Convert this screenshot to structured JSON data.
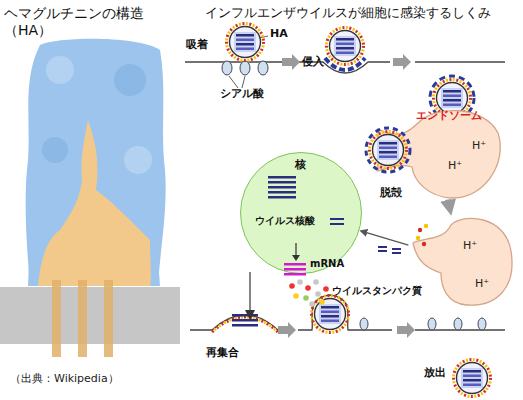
{
  "diagram": {
    "title": "インフルエンザウイルスが細胞に感染するしくみ",
    "caption": "（出典：Wikipedia）",
    "nodes": [
      {
        "text": [
          "エンドソーム",
          "H⁺",
          "H⁺"
        ]
      },
      {
        "text": [
          "核",
          "ウイルス核酸"
        ]
      },
      {
        "text": [
          "H⁺",
          "H⁺"
        ]
      }
    ],
    "edges": [
      {
        "from": 0,
        "to": 2,
        "arrow": "to"
      },
      {
        "from": 2,
        "to": 1,
        "arrow": "to"
      }
    ],
    "labels": [
      "ヘマグルチニンの構造 （HA）",
      "吸着",
      "HA",
      "侵入",
      "シアル酸",
      "脱殻",
      "mRNA",
      "ウイルスタンパク質",
      "再集合",
      "放出"
    ]
  }
}
